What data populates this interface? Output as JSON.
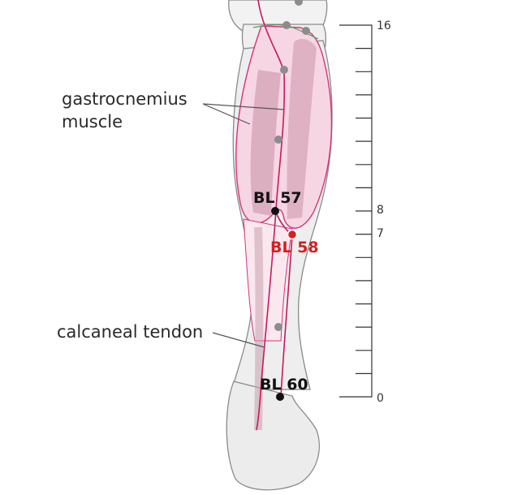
{
  "labels": {
    "gastrocnemius_line1": "gastrocnemius",
    "gastrocnemius_line2": "muscle",
    "calcaneal_tendon": "calcaneal tendon"
  },
  "points": {
    "bl57": "BL 57",
    "bl58": "BL 58",
    "bl60": "BL 60"
  },
  "scale": {
    "top": "16",
    "mark_8": "8",
    "mark_7": "7",
    "bottom": "0"
  },
  "colors": {
    "outline": "#8a8a8a",
    "muscle_fill": "#f7d6e3",
    "muscle_line": "#d6337a",
    "meridian": "#c8185f",
    "highlight_point": "#d42020",
    "point": "#111111",
    "gray_point": "#8c8c8c"
  }
}
